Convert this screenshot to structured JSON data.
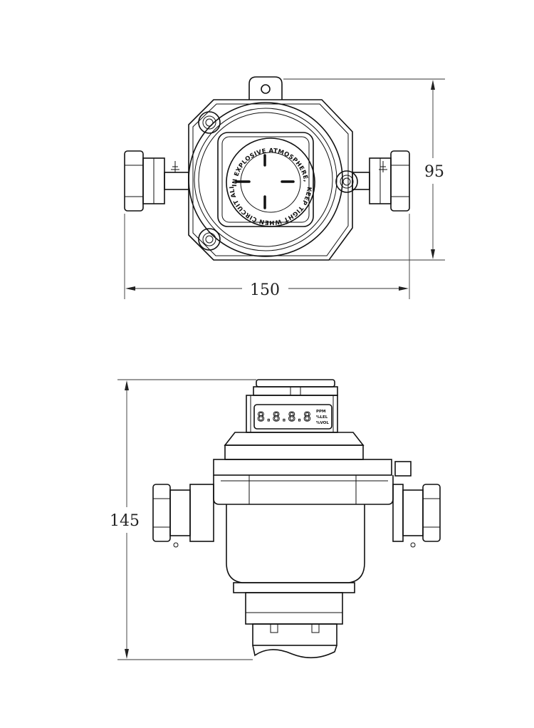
{
  "drawing": {
    "top_view": {
      "width_dimension": "150",
      "height_dimension": "95",
      "cover_text_top": "IN EXPLOSIVE ATMOSPHERE,",
      "cover_text_bottom": "KEEP TIGHT WHEN CIRCUIT ALIVE"
    },
    "front_view": {
      "height_dimension": "145",
      "display_digits": "8.8.8.8",
      "units": [
        "PPM",
        "%LEL",
        "%VOL"
      ]
    }
  }
}
